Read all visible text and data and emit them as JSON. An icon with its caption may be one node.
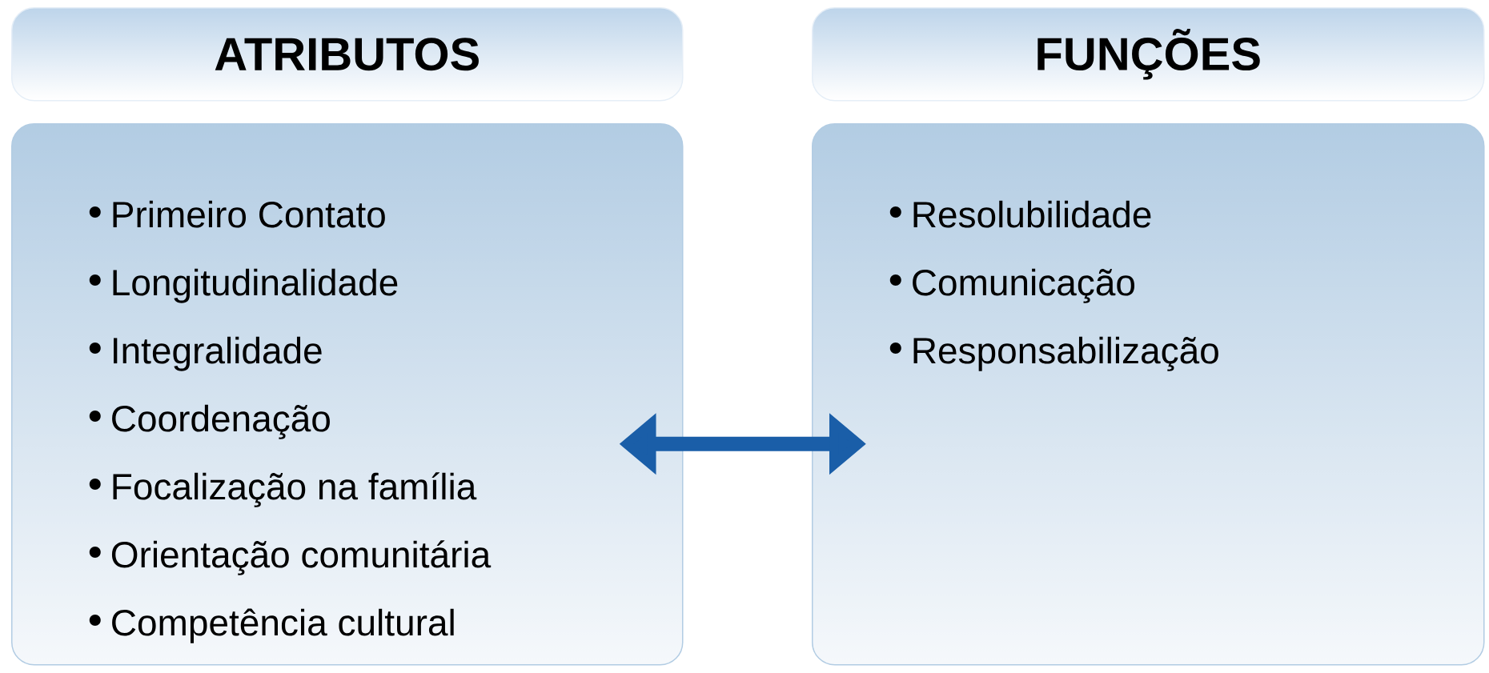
{
  "diagram": {
    "nodes": [
      {
        "text": [
          "ATRIBUTOS"
        ]
      },
      {
        "text": [
          "Primeiro Contato",
          "Longitudinalidade",
          "Integralidade",
          "Coordenação",
          "Focalização na família",
          "Orientação comunitária",
          "Competência cultural"
        ]
      },
      {
        "text": [
          "FUNÇÕES"
        ]
      },
      {
        "text": [
          "Resolubilidade",
          "Comunicação",
          "Responsabilização"
        ]
      }
    ],
    "edges": [
      {
        "from": 1,
        "to": 3,
        "arrow": "both",
        "color": "#1a5ea8"
      }
    ]
  }
}
